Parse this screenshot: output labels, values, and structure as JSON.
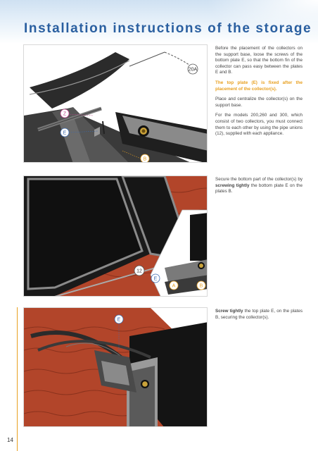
{
  "page": {
    "title": "Installation instructions of the storage",
    "page_number": "14"
  },
  "steps": [
    {
      "callouts": {
        "z": "Z",
        "e": "E",
        "b": "B",
        "part": "20A"
      },
      "paragraphs": [
        "Before the placement of the collectors on the support base, loose the screws of the bottom plate E, so that the bottom fin of the collector can pass easy between the plates E and B.",
        "The top plate (E) is fixed after the placement of the collector(s).",
        "Place and centralize the collector(s) on the support base.",
        "For the models 200,260 and 300, which consist of two collectors, you must connect them to each other by using the pipe unions (12), supplied with each appliance."
      ]
    },
    {
      "callouts": {
        "union": "12",
        "e": "E",
        "a": "A",
        "b": "B"
      },
      "text_before": "Secure the bottom part of the collector(s) by ",
      "text_bold": "screwing tightly",
      "text_after": " the bottom plate E on the plates B."
    },
    {
      "callouts": {
        "e": "E"
      },
      "text_bold": "Screw tightly",
      "text_after": " the top plate E, on the plates B, securing the collector(s)."
    }
  ],
  "colors": {
    "title_blue": "#2a5fa0",
    "highlight_orange": "#e8a020",
    "callout_pink": "#c0408a",
    "callout_blue": "#3a6ab0",
    "callout_orange": "#e8a020"
  }
}
